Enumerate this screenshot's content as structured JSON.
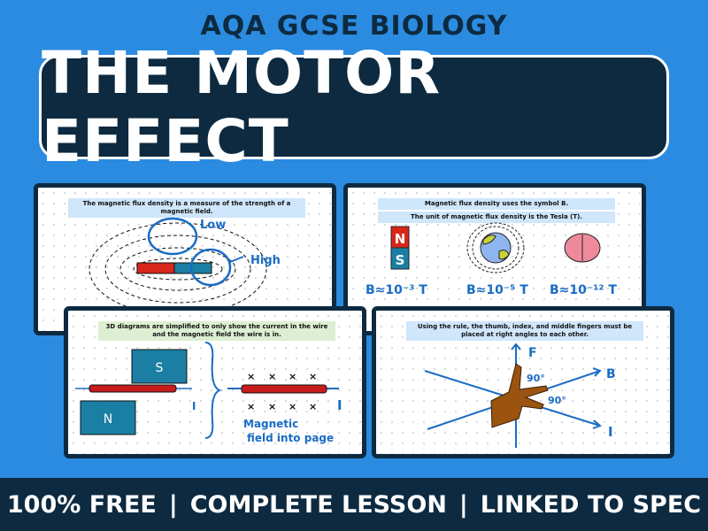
{
  "header": {
    "eyebrow": "AQA GCSE BIOLOGY",
    "title": "THE MOTOR EFFECT"
  },
  "cards": [
    {
      "caption": "The magnetic flux density is a measure of the strength of a magnetic field.",
      "labels": {
        "low": "Low",
        "high": "High"
      }
    },
    {
      "caption1": "Magnetic flux density uses the symbol B.",
      "caption2": "The unit of magnetic flux density is the Tesla (T).",
      "magnet_n": "N",
      "magnet_s": "S",
      "values": [
        "B≈10⁻³ T",
        "B≈10⁻⁵ T",
        "B≈10⁻¹² T"
      ]
    },
    {
      "caption": "3D diagrams are simplified to only show the current in the wire and the magnetic field the wire is in.",
      "magnet_s": "S",
      "magnet_n": "N",
      "current_label": "I",
      "current_label2": "I",
      "field_label_1": "Magnetic",
      "field_label_2": "field into page"
    },
    {
      "caption": "Using the rule, the thumb, index, and middle fingers must be placed at right angles to each other.",
      "axis_f": "F",
      "axis_b": "B",
      "axis_i": "I",
      "angle1": "90°",
      "angle2": "90°"
    }
  ],
  "footer": {
    "items": [
      "100% FREE",
      "COMPLETE LESSON",
      "LINKED TO SPEC"
    ],
    "separator": "|"
  },
  "colors": {
    "background": "#2b8be0",
    "navy": "#0d2a40",
    "accent_blue": "#1a6cc4",
    "magnet_red": "#d8261c",
    "magnet_teal": "#1b7fa3"
  }
}
